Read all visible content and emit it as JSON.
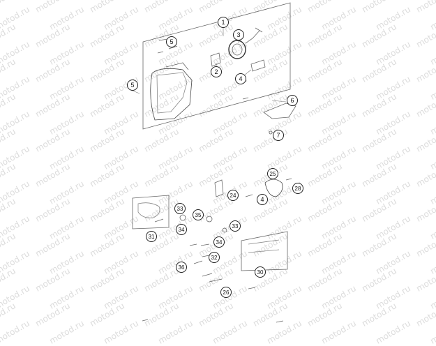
{
  "watermark": "motod.ru",
  "callouts": [
    {
      "label": "1"
    },
    {
      "label": "2"
    },
    {
      "label": "3"
    },
    {
      "label": "4"
    },
    {
      "label": "5"
    },
    {
      "label": "5"
    },
    {
      "label": "6"
    },
    {
      "label": "7"
    },
    {
      "label": "25"
    },
    {
      "label": "24"
    },
    {
      "label": "4"
    },
    {
      "label": "28"
    },
    {
      "label": "33"
    },
    {
      "label": "35"
    },
    {
      "label": "34"
    },
    {
      "label": "33"
    },
    {
      "label": "31"
    },
    {
      "label": "34"
    },
    {
      "label": "32"
    },
    {
      "label": "36"
    },
    {
      "label": "30"
    },
    {
      "label": "26"
    }
  ]
}
